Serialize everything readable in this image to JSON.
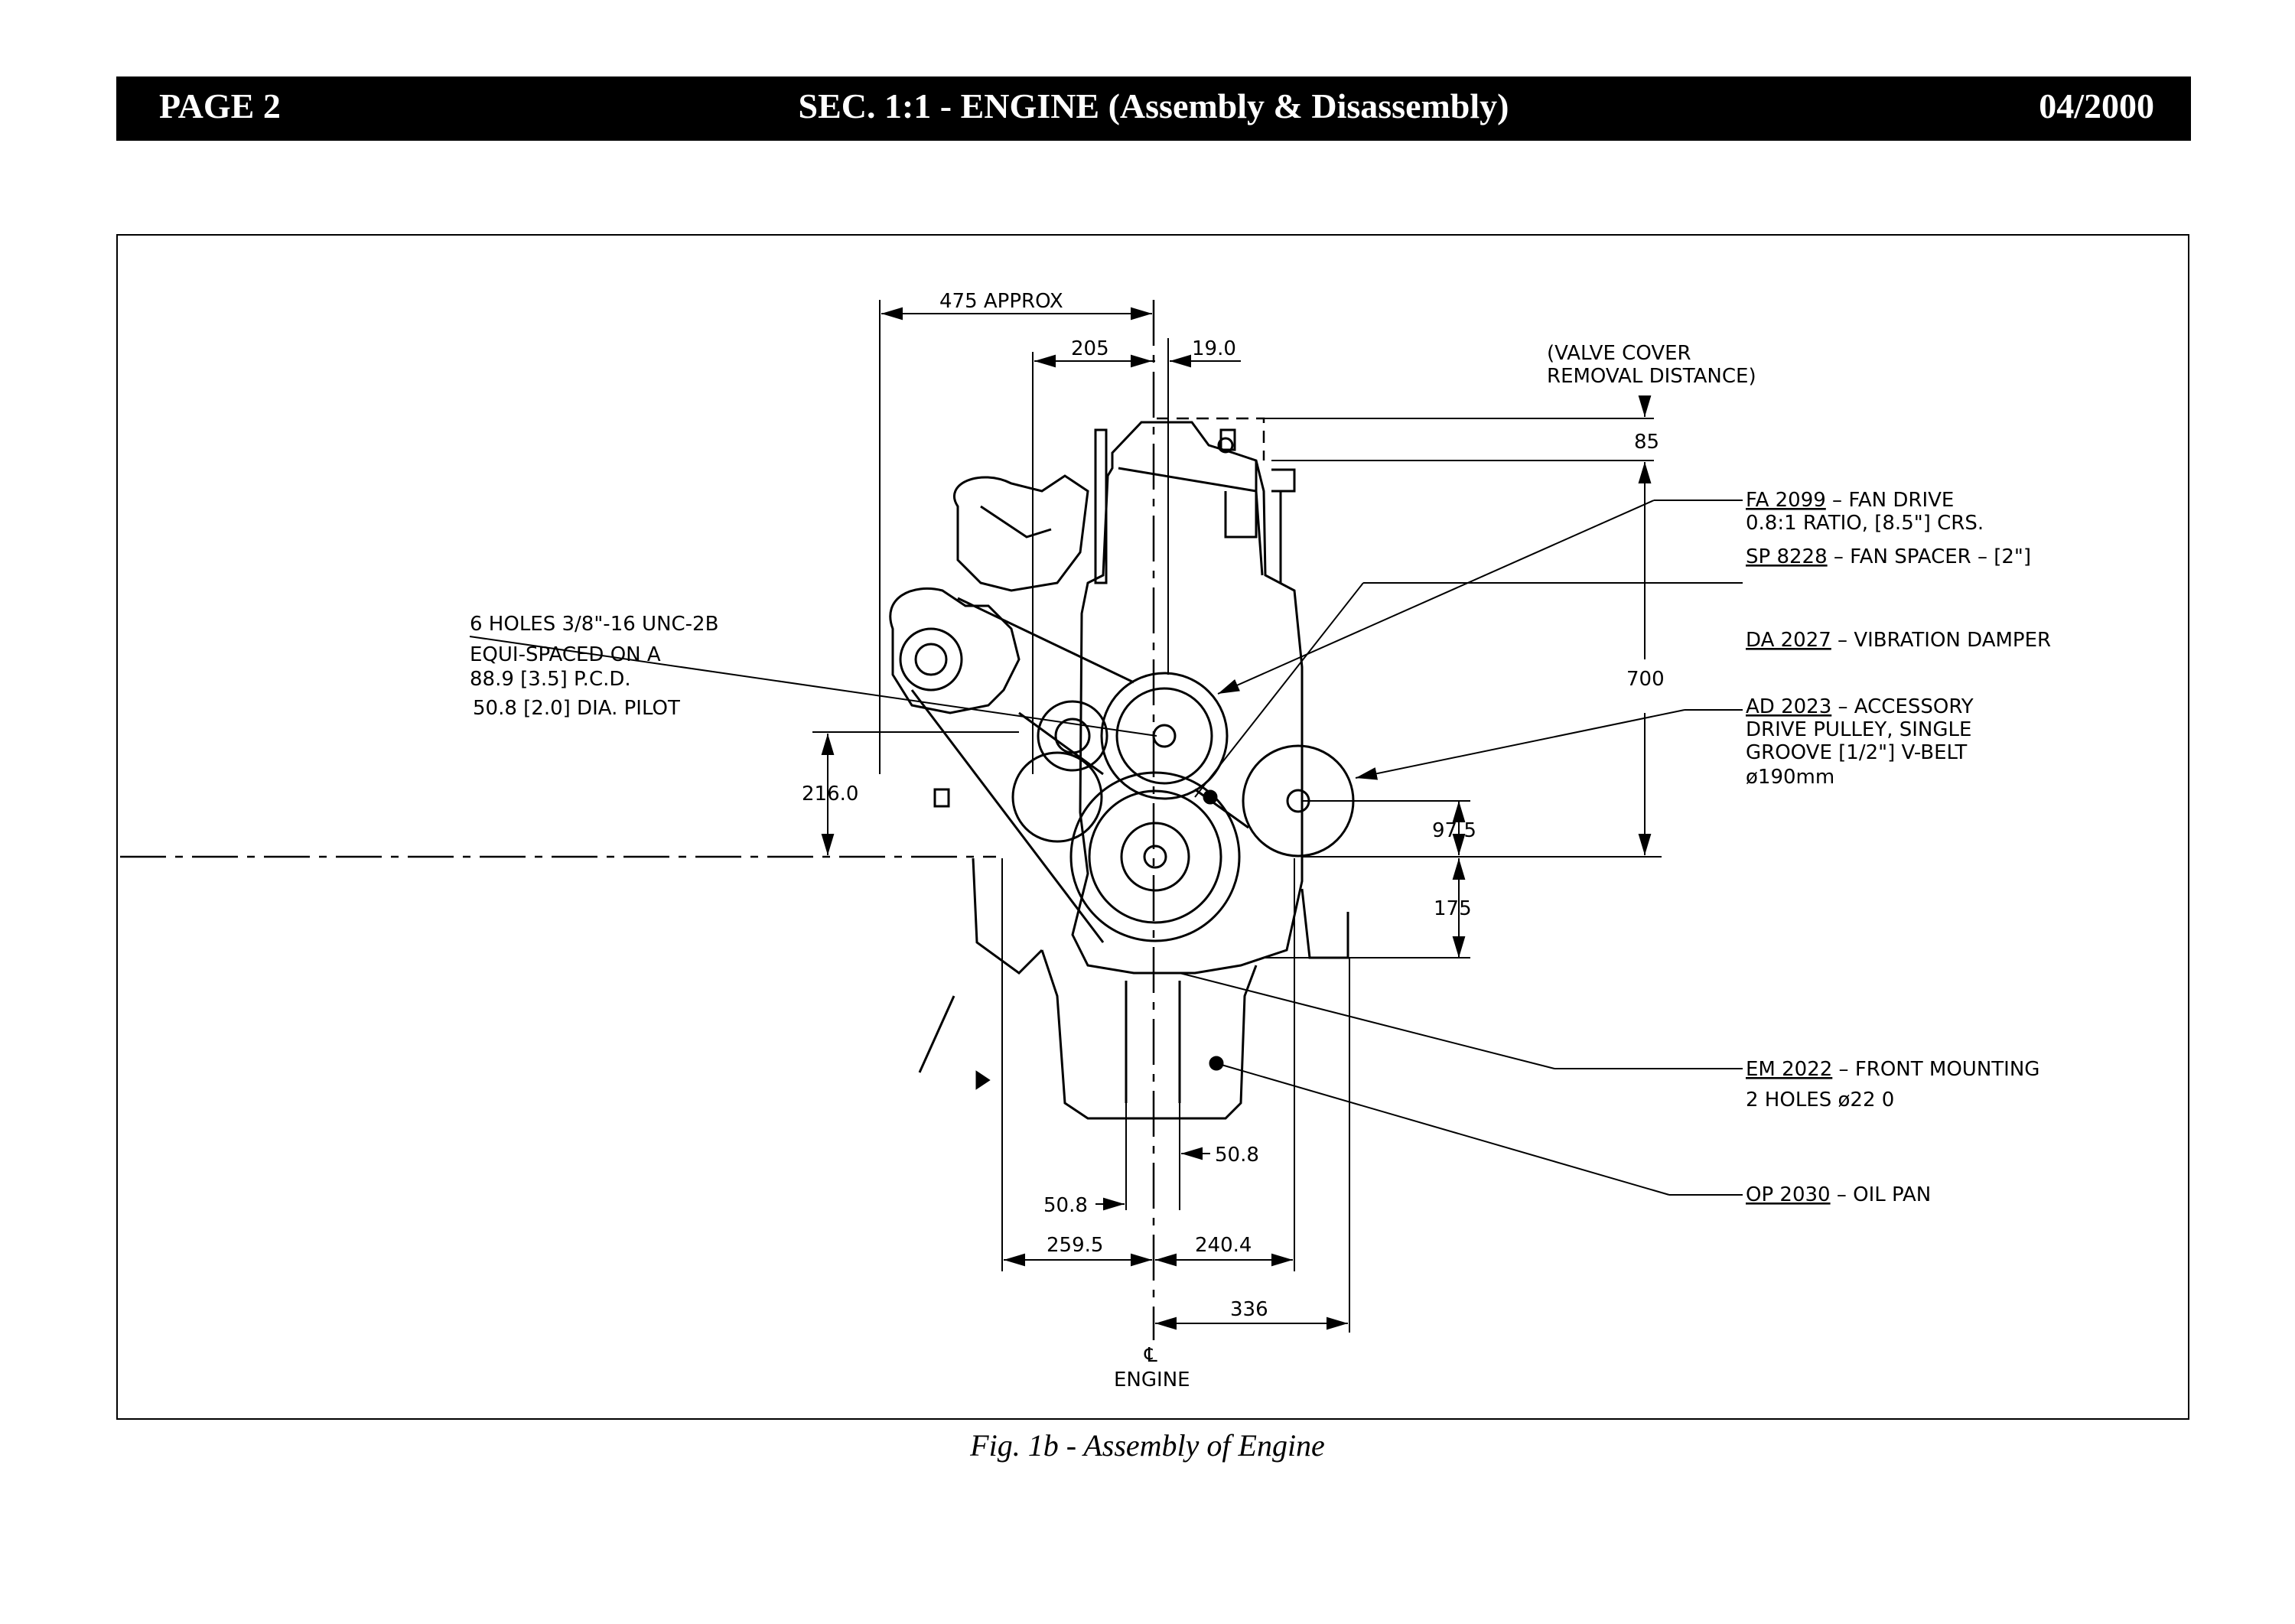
{
  "header": {
    "page": "PAGE 2",
    "section": "SEC. 1:1 - ENGINE (Assembly & Disassembly)",
    "date": "04/2000"
  },
  "diagram": {
    "dimensions": {
      "d475": "475 APPROX",
      "d205": "205",
      "d19": "19.0",
      "d85": "85",
      "d700": "700",
      "d216": "216.0",
      "d97": "97.5",
      "d175": "175",
      "d50r": "50.8",
      "d50l": "50.8",
      "d259": "259.5",
      "d240": "240.4",
      "d336": "336"
    },
    "valve_cover_note": [
      "(VALVE COVER",
      "REMOVAL DISTANCE)"
    ],
    "holes_note": [
      "6 HOLES 3/8\"-16 UNC-2B",
      "EQUI-SPACED ON A",
      "88.9 [3.5] P.C.D.",
      "50.8 [2.0] DIA. PILOT"
    ],
    "callouts": {
      "fa_code": "FA 2099",
      "fa_text": " – FAN DRIVE",
      "fa_line2": "0.8:1 RATIO, [8.5\"] CRS.",
      "sp_code": "SP 8228",
      "sp_text": " – FAN SPACER – [2\"]",
      "da_code": "DA 2027",
      "da_text": " – VIBRATION DAMPER",
      "ad_code": "AD 2023",
      "ad_text": " – ACCESSORY",
      "ad_line2": "DRIVE PULLEY, SINGLE",
      "ad_line3": "GROOVE [1/2\"] V-BELT",
      "ad_line4": "ø190mm",
      "em_code": "EM 2022",
      "em_text": " – FRONT MOUNTING",
      "em_line2": "2 HOLES ø22 0",
      "op_code": "OP 2030",
      "op_text": " – OIL PAN"
    },
    "centerline_symbol": "℄",
    "centerline_label": "ENGINE"
  },
  "caption": "Fig. 1b - Assembly of Engine"
}
